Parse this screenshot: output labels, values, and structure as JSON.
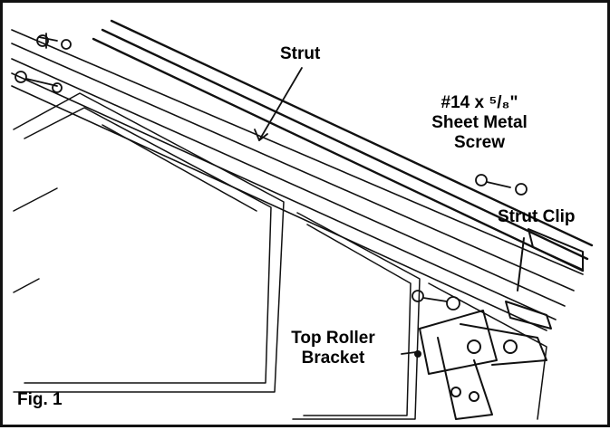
{
  "figure": {
    "labels": {
      "strut": "Strut",
      "screw_line1": "#14 x ⁵/₈\"",
      "screw_line2": "Sheet Metal",
      "screw_line3": "Screw",
      "strut_clip": "Strut Clip",
      "top_roller_line1": "Top Roller",
      "top_roller_line2": "Bracket",
      "fig_number": "Fig. 1"
    }
  }
}
